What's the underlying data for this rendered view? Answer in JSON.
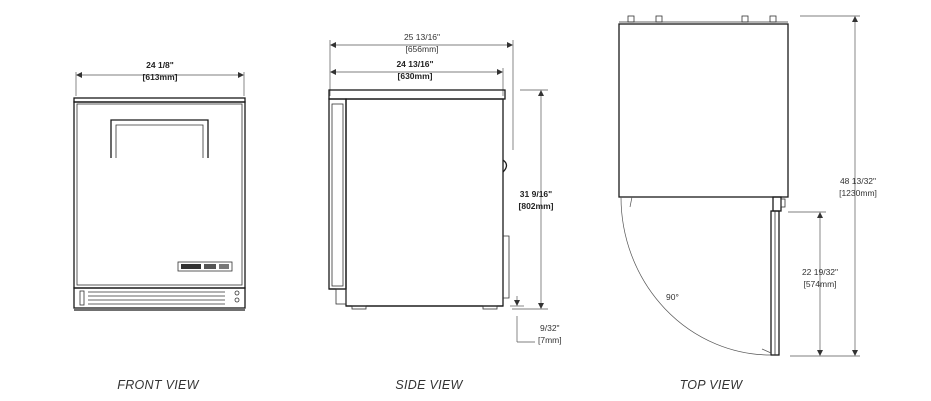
{
  "views": {
    "front": {
      "caption": "FRONT VIEW",
      "width_in": "24 1/8\"",
      "width_mm": "[613mm]"
    },
    "side": {
      "caption": "SIDE VIEW",
      "overall_depth_in": "25 13/16\"",
      "overall_depth_mm": "[656mm]",
      "cabinet_depth_in": "24 13/16\"",
      "cabinet_depth_mm": "[630mm]",
      "height_in": "31 9/16\"",
      "height_mm": "[802mm]",
      "foot_in": "9/32\"",
      "foot_mm": "[7mm]"
    },
    "top": {
      "caption": "TOP VIEW",
      "door_open_in": "48 13/32\"",
      "door_open_mm": "[1230mm]",
      "door_swing_in": "22 19/32\"",
      "door_swing_mm": "[574mm]",
      "angle": "90°"
    }
  }
}
